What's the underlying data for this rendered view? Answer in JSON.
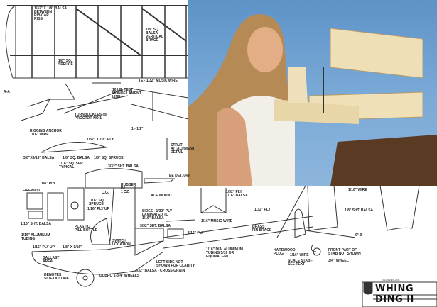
{
  "title": "WHING DING II",
  "subtitle": "FULL SIZE PLANS",
  "wing_labels": {
    "a": "1/32\" x 1/8\" BALSA\nBETWEEN\nRIB CAP\nRIBS",
    "b": "1/8\" SQ.\nBALSA\nVERTICAL\nBRACE",
    "c": "1/8\" SQ.\nSPRUCE",
    "d": "TE - 1/32\" MUSIC WIRE",
    "e": "A-A",
    "f": "10 LB. TEST\nMONOFILAMENT\nLINE",
    "g": "TURNBUCKLES (8)\nPROCTOR NO.1",
    "h": "RIGGING ANCHOR\n1/16\" WIRE",
    "i": "1 - 1/2\"",
    "j": "1/32\" x 1/8\" PLY",
    "k": "3/8\"x3/16\" BALSA",
    "l": "1/8\" SQ. BALSA",
    "m": "1/8\" SQ. SPRUCE",
    "n": "STRUT\nATTACHMENT\nDETAIL"
  },
  "fuselage_labels": {
    "a": "1/16\" SQ. SPR.\nTYPICAL",
    "b": "3/32\" SHT. BALSA",
    "c": "TEE DET. 049",
    "d": "1/8\" PLY",
    "e": "FIREWALL",
    "f": "C.G.",
    "g": "RUBBER\nB1\n1 OZ.",
    "h": "ACE MOUNT",
    "i": "1/16\" SHT. BALSA",
    "j": "1/16\" SQ.\nSPRUCE",
    "k": "1/16\" PLY UP",
    "l": "SIDES - 1/32\" PLY\nLAMINATED TO\n1/16\" BALSA",
    "m": "3/32\" SHT. BALSA",
    "n": "PLASTIC\nPILL BOTTLE",
    "o": "1/16\" ALUMINUM\nTUBING",
    "p": "SWITCH\nLOCATION",
    "q": "1/16\" PLY UP",
    "r": "1/8\" x 1/16\"",
    "s": "BALLAST\nAREA",
    "t": "LEFT SIDE NOT\nSHOWN FOR CLARITY",
    "u": "3/32\" BALSA - CROSS GRAIN",
    "v": "DENOTES\nSIDE OUTLINE",
    "w": "DUBRO 1-3/4\" WHEELS",
    "x": "3/16\" PLY",
    "y": "1/32\" PLY\n1/16\" BALSA",
    "z": "1/16\" MUSIC WIRE",
    "aa": "1/16\" DIA. ALUMINUM\nTUBING 5/16 OR\nEQUIVALENT"
  },
  "tail_labels": {
    "a": "1/32\" PLY",
    "b": "BRASS\nFIN BRACE",
    "c": "1/8\" SHT. BALSA",
    "d": "1/16\" WIRE",
    "e": "0°-0'",
    "f": "HARDWOOD\nPLUG",
    "g": "1/16\" WIRE",
    "h": "FRONT PART OF\nSTAB NOT SHOWN",
    "i": "SCALE STAB -\nSEE TEXT",
    "j": "3/4\" WHEEL"
  }
}
